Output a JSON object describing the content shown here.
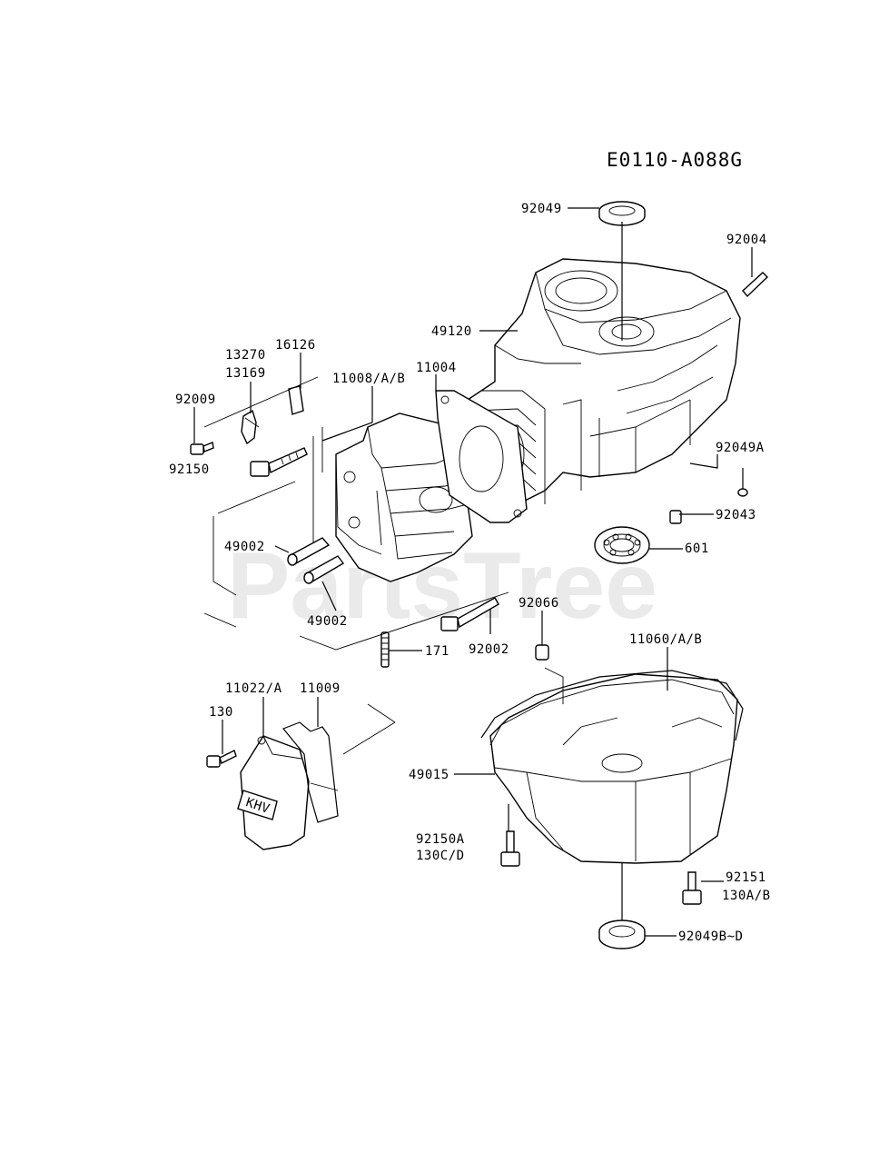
{
  "diagram_code": "E0110-A088G",
  "watermark": "PartsTree",
  "labels": {
    "p92049": "92049",
    "p92004": "92004",
    "p49120": "49120",
    "p16126": "16126",
    "p13270": "13270",
    "p13169": "13169",
    "p11008": "11008/A/B",
    "p11004": "11004",
    "p92009": "92009",
    "p92049A": "92049A",
    "p92150": "92150",
    "p92043": "92043",
    "p601": "601",
    "p49002a": "49002",
    "p49002b": "49002",
    "p92066": "92066",
    "p171": "171",
    "p92002": "92002",
    "p11060": "11060/A/B",
    "p11022": "11022/A",
    "p11009": "11009",
    "p130": "130",
    "p49015": "49015",
    "p92150A": "92150A",
    "p130CD": "130C/D",
    "p92151": "92151",
    "p130AB": "130A/B",
    "p92049BD": "92049B~D"
  }
}
